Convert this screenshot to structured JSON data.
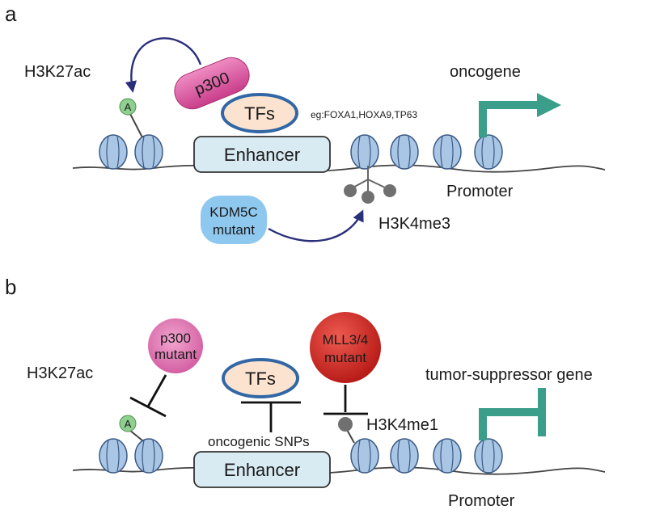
{
  "colors": {
    "nucleosome": "#a9c6e4",
    "nucleosome_stroke": "#3b5a86",
    "enhancer_fill": "#d8eaf2",
    "tf_fill": "#fbe3cf",
    "tf_stroke": "#3267a5",
    "p300_fill": "#d6539a",
    "kdm5c_fill": "#8fc8ee",
    "mll_fill": "#cc2020",
    "acetyl_fill": "#8fcf8f",
    "arrow": "#3a9e8a",
    "curve": "#2a2f7a",
    "methyl": "#707070"
  },
  "panel_a": {
    "letter": "a",
    "h3k27ac": "H3K27ac",
    "acetyl_mark": "A",
    "p300": "p300",
    "tfs": "TFs",
    "tf_examples": "eg:FOXA1,HOXA9,TP63",
    "enhancer": "Enhancer",
    "oncogene": "oncogene",
    "promoter": "Promoter",
    "kdm5c_line1": "KDM5C",
    "kdm5c_line2": "mutant",
    "h3k4me3": "H3K4me3"
  },
  "panel_b": {
    "letter": "b",
    "h3k27ac": "H3K27ac",
    "acetyl_mark": "A",
    "p300_line1": "p300",
    "p300_line2": "mutant",
    "tfs": "TFs",
    "mll_line1": "MLL3/4",
    "mll_line2": "mutant",
    "snps": "oncogenic SNPs",
    "h3k4me1": "H3K4me1",
    "enhancer": "Enhancer",
    "tumor_suppressor": "tumor-suppressor gene",
    "promoter": "Promoter"
  }
}
